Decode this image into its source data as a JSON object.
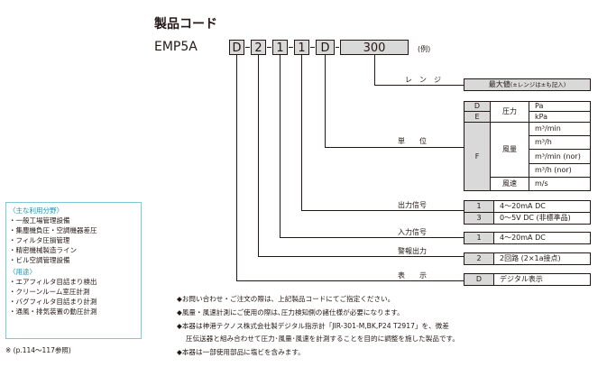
{
  "title": "製品コード",
  "model": "EMP5A",
  "code_boxes": [
    "D",
    "2",
    "1",
    "1",
    "D",
    "300"
  ],
  "example": "(例)",
  "range": {
    "label": "レ　ン　ジ",
    "value": "最大値",
    "note": "(±レンジは±も記入)"
  },
  "unit": {
    "label": "単　　位",
    "codes": [
      "D",
      "E",
      "F"
    ],
    "group_pressure": "圧力",
    "group_wind_volume": "風量",
    "group_wind_speed": "風速",
    "values": [
      "Pa",
      "kPa",
      "m³/min",
      "m³/h",
      "m³/min (nor)",
      "m³/h (nor)",
      "m/s"
    ]
  },
  "output": {
    "label": "出力信号",
    "rows": [
      {
        "code": "1",
        "text": "4～20mA DC"
      },
      {
        "code": "3",
        "text": "0～5V DC (非標準品)"
      }
    ]
  },
  "input": {
    "label": "入力信号",
    "code": "1",
    "text": "4～20mA DC"
  },
  "alarm": {
    "label": "警報出力",
    "code": "2",
    "text": "2回路 (2×1a接点)"
  },
  "display": {
    "label": "表　　示",
    "code": "D",
    "text": "デジタル表示"
  },
  "notes": [
    "◆お問い合わせ・ご注文の際は、上記製品コードにてご指定ください。",
    "◆風量・風速計測にご使用の際は､圧力検知側の諸仕様が必要になります。",
    "◆本器は神港テクノス株式会社製デジタル指示計「JIR-301-M,BK,P24 T2917」を、微差",
    "圧伝送器と組み合わせて圧力･風量･風速を計測することを目的に調整を施した製品です。",
    "◆本器は一部使用部品に塩ビを含みます。"
  ],
  "sidebar": {
    "head1": "〈主な利用分野〉",
    "fields": [
      "・一般工場管理設備",
      "・集塵機負圧・空調機器差圧",
      "・フィルタ圧損管理",
      "・精密機械製造ライン",
      "・ビル空調管理設備"
    ],
    "head2": "〈用途〉",
    "uses": [
      "・エアフィルタ目詰まり検出",
      "・クリーンルーム室圧計測",
      "・バグフィルタ目詰まり計測",
      "・通風・排気装置の動圧計測"
    ]
  },
  "reference": "※ (p.114～117参照)"
}
